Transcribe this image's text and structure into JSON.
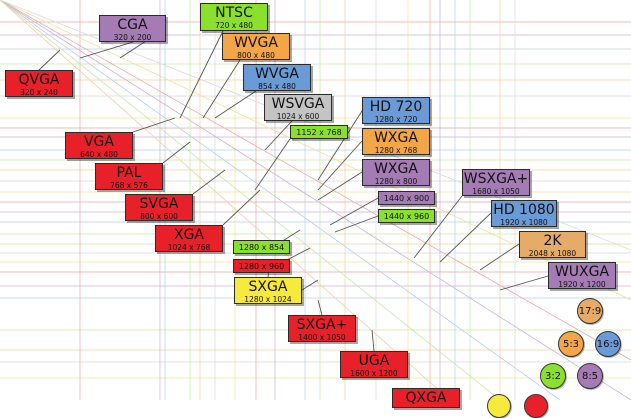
{
  "colors": {
    "red": "#e8202a",
    "purple": "#a57bb5",
    "green": "#8be02c",
    "orange": "#f4a646",
    "blue": "#6a9bd6",
    "gray": "#c4c4c4",
    "yellow": "#f8ea3c",
    "tan": "#e7ab68"
  },
  "resolutions": [
    {
      "id": "cga",
      "name": "CGA",
      "dims": "320 x 200",
      "color": "purple"
    },
    {
      "id": "qvga",
      "name": "QVGA",
      "dims": "320 x 240",
      "color": "red"
    },
    {
      "id": "ntsc",
      "name": "NTSC",
      "dims": "720 x 480",
      "color": "green"
    },
    {
      "id": "wvga-800",
      "name": "WVGA",
      "dims": "800 x 480",
      "color": "orange"
    },
    {
      "id": "wvga-854",
      "name": "WVGA",
      "dims": "854 x 480",
      "color": "blue"
    },
    {
      "id": "wsvga",
      "name": "WSVGA",
      "dims": "1024 x 600",
      "color": "gray"
    },
    {
      "id": "vga",
      "name": "VGA",
      "dims": "640 x 480",
      "color": "red"
    },
    {
      "id": "pal",
      "name": "PAL",
      "dims": "768 x 576",
      "color": "red"
    },
    {
      "id": "svga",
      "name": "SVGA",
      "dims": "800 x 600",
      "color": "red"
    },
    {
      "id": "xga",
      "name": "XGA",
      "dims": "1024 x 768",
      "color": "red"
    },
    {
      "id": "res-1152",
      "name": "1152 x 768",
      "dims": "",
      "color": "green"
    },
    {
      "id": "hd720",
      "name": "HD 720",
      "dims": "1280 x 720",
      "color": "blue"
    },
    {
      "id": "wxga-768",
      "name": "WXGA",
      "dims": "1280 x 768",
      "color": "orange"
    },
    {
      "id": "wxga-800",
      "name": "WXGA",
      "dims": "1280 x 800",
      "color": "purple"
    },
    {
      "id": "res-1440x900",
      "name": "1440 x 900",
      "dims": "",
      "color": "purple"
    },
    {
      "id": "res-1440x960",
      "name": "1440 x 960",
      "dims": "",
      "color": "green"
    },
    {
      "id": "res-1280x854",
      "name": "1280 x 854",
      "dims": "",
      "color": "green"
    },
    {
      "id": "res-1280x960",
      "name": "1280 x 960",
      "dims": "",
      "color": "red"
    },
    {
      "id": "sxga",
      "name": "SXGA",
      "dims": "1280 x 1024",
      "color": "yellow"
    },
    {
      "id": "sxga-plus",
      "name": "SXGA+",
      "dims": "1400 x 1050",
      "color": "red"
    },
    {
      "id": "uga",
      "name": "UGA",
      "dims": "1600 x 1200",
      "color": "red"
    },
    {
      "id": "qxga",
      "name": "QXGA",
      "dims": "",
      "color": "red"
    },
    {
      "id": "wsxga-plus",
      "name": "WSXGA+",
      "dims": "1680 x 1050",
      "color": "purple"
    },
    {
      "id": "hd1080",
      "name": "HD 1080",
      "dims": "1920 x 1080",
      "color": "blue"
    },
    {
      "id": "res-2k",
      "name": "2K",
      "dims": "2048 x 1080",
      "color": "tan"
    },
    {
      "id": "wuxga",
      "name": "WUXGA",
      "dims": "1920 x 1200",
      "color": "purple"
    }
  ],
  "aspect_ratios": [
    {
      "id": "ratio-17-9",
      "label": "17:9",
      "color": "tan"
    },
    {
      "id": "ratio-5-3",
      "label": "5:3",
      "color": "orange"
    },
    {
      "id": "ratio-16-9",
      "label": "16:9",
      "color": "blue"
    },
    {
      "id": "ratio-3-2",
      "label": "3:2",
      "color": "green"
    },
    {
      "id": "ratio-8-5",
      "label": "8:5",
      "color": "purple"
    }
  ]
}
